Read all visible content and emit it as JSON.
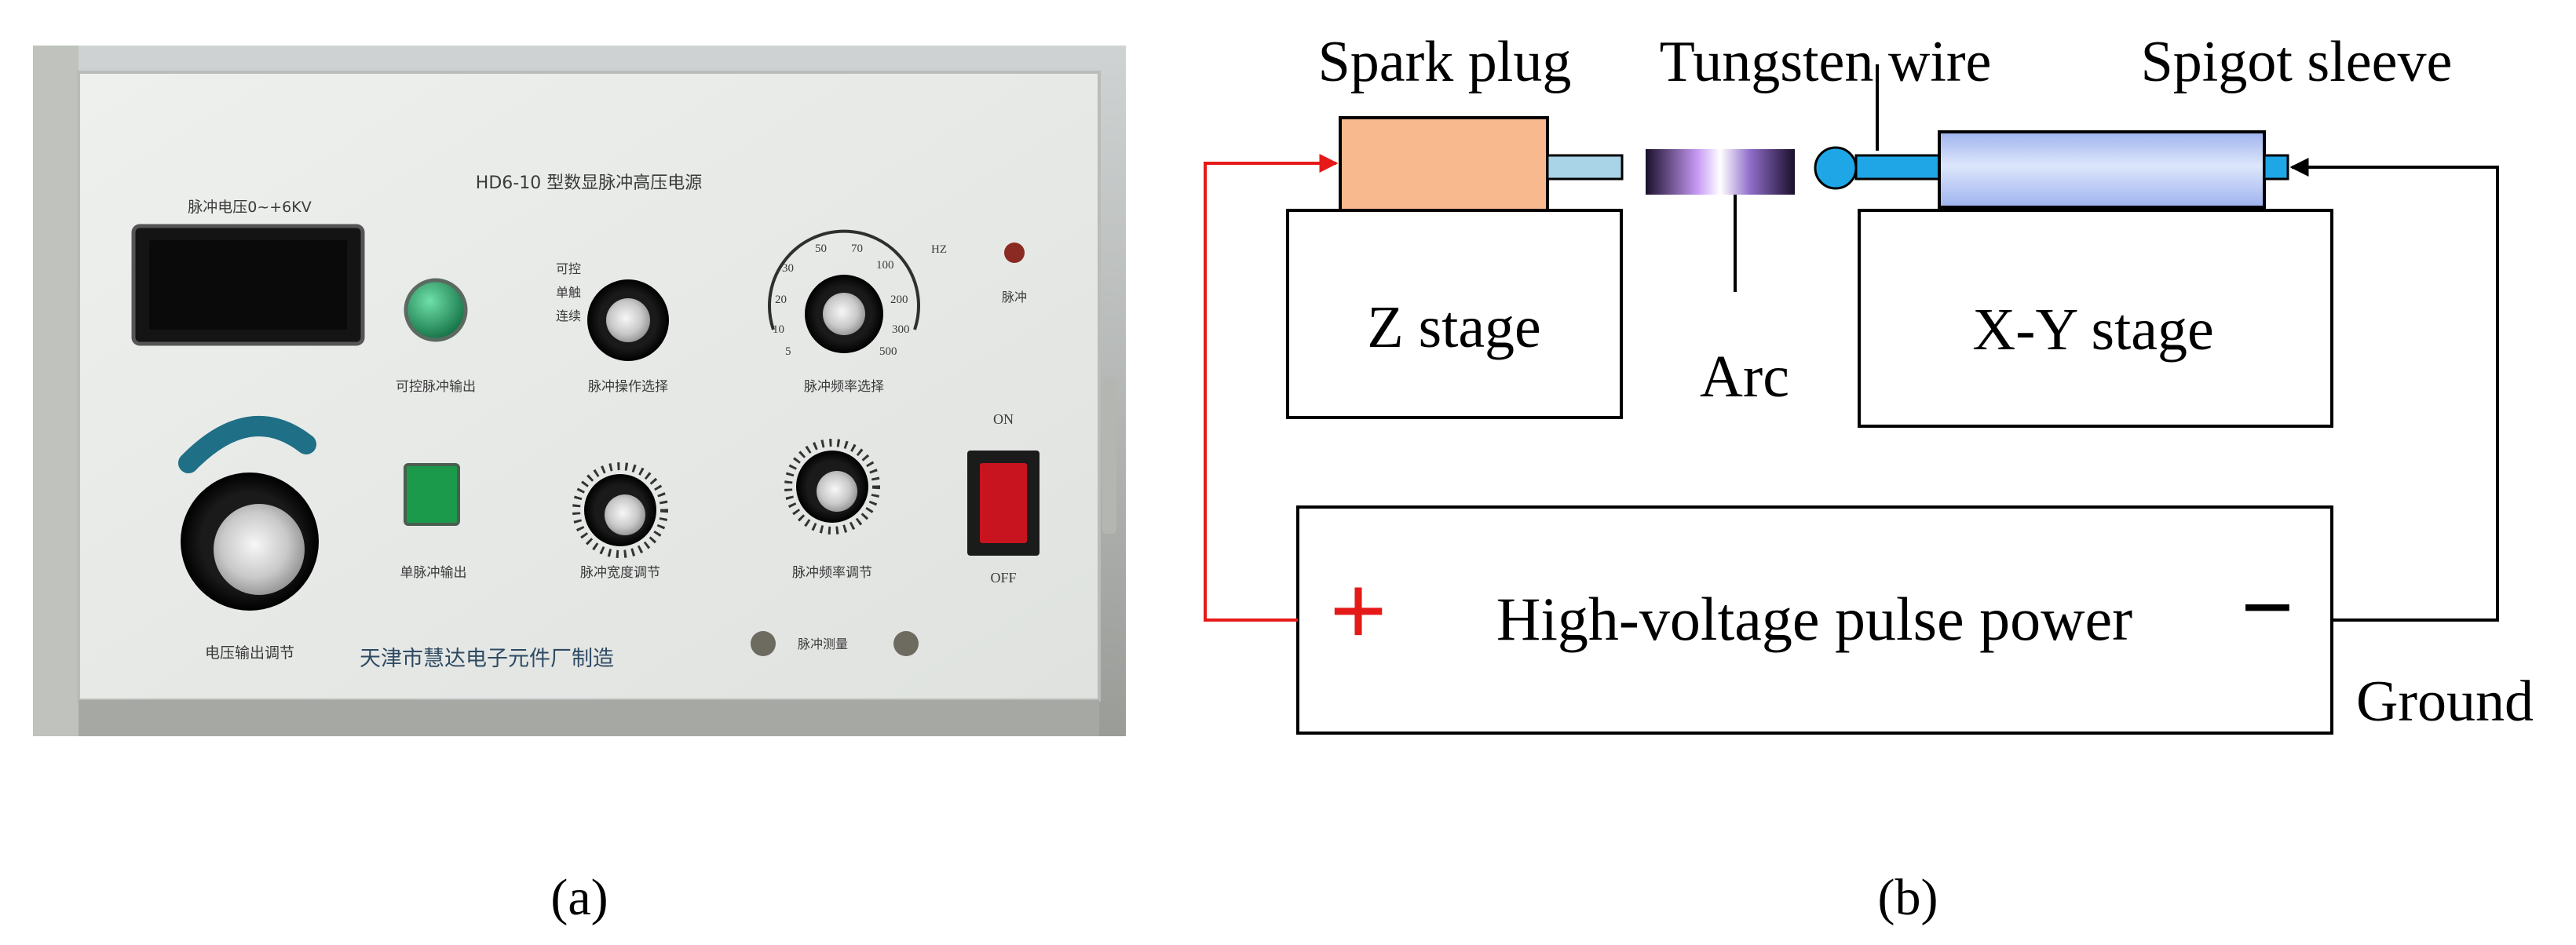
{
  "panel_a": {
    "caption": "(a)",
    "device": {
      "model_title": "HD6-10 型数显脉冲高压电源",
      "display_range_label": "脉冲电压0~+6KV",
      "controllable_output_label": "可控脉冲输出",
      "pulse_mode_label": "脉冲操作选择",
      "pulse_mode_options": [
        "可控",
        "单触",
        "连续"
      ],
      "frequency_select_label": "脉冲频率选择",
      "frequency_hz_unit": "HZ",
      "frequency_scale": [
        "5",
        "10",
        "20",
        "30",
        "50",
        "70",
        "100",
        "200",
        "300",
        "500"
      ],
      "pulse_indicator_label": "脉冲",
      "voltage_adjust_label": "电压输出调节",
      "single_pulse_label": "单脉冲输出",
      "pulse_width_label": "脉冲宽度调节",
      "frequency_adjust_label": "脉冲频率调节",
      "power_on_label": "ON",
      "power_off_label": "OFF",
      "manufacturer_label": "天津市慧达电子元件厂制造",
      "pulse_measure_label": "脉冲测量"
    },
    "colors": {
      "panel": "#e9ebe8",
      "dial_arc": "#1f6f86",
      "green_led": "#1f8a5a",
      "green_button": "#1a9a4a",
      "power_switch": "#c8141e"
    }
  },
  "panel_b": {
    "caption": "(b)",
    "labels": {
      "spark_plug": "Spark plug",
      "tungsten_wire": "Tungsten wire",
      "spigot_sleeve": "Spigot sleeve",
      "z_stage": "Z  stage",
      "arc": "Arc",
      "xy_stage": "X-Y stage",
      "power": "High-voltage pulse power",
      "plus": "+",
      "minus": "−",
      "ground": "Ground"
    },
    "colors": {
      "spark_plug": "#f9b98e",
      "electrode": "#a9d3e6",
      "tungsten": "#1ea6e6",
      "sleeve_light": "#dde6fb",
      "sleeve_dark": "#9fb3ef",
      "positive_wire": "#e61919",
      "ground_wire": "#000000",
      "arc": "#c79bf5"
    }
  }
}
